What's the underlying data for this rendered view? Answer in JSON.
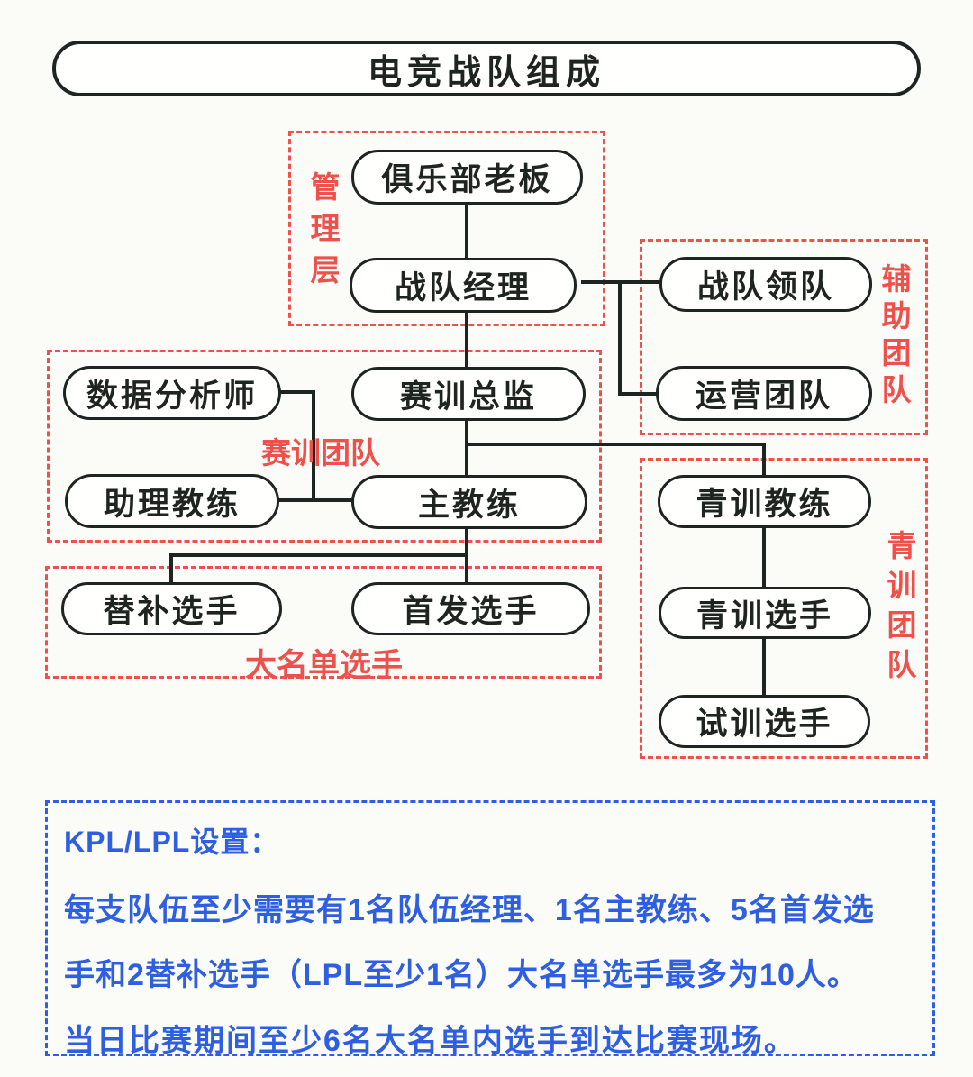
{
  "title": "电竞战队组成",
  "groups": {
    "management": {
      "label": "管理层"
    },
    "support": {
      "label": "辅助团队"
    },
    "training": {
      "label": "赛训团队"
    },
    "roster": {
      "label": "大名单选手"
    },
    "youth": {
      "label": "青训团队"
    }
  },
  "nodes": {
    "club_boss": "俱乐部老板",
    "team_manager": "战队经理",
    "team_leader": "战队领队",
    "operations_team": "运营团队",
    "data_analyst": "数据分析师",
    "training_director": "赛训总监",
    "assistant_coach": "助理教练",
    "head_coach": "主教练",
    "substitute_players": "替补选手",
    "starting_players": "首发选手",
    "youth_coach": "青训教练",
    "youth_players": "青训选手",
    "trial_players": "试训选手"
  },
  "notes": {
    "heading": "KPL/LPL设置：",
    "lines": [
      "每支队伍至少需要有1名队伍经理、1名主教练、5名首发选",
      "手和2替补选手（LPL至少1名）大名单选手最多为10人。",
      "当日比赛期间至少6名大名单内选手到达比赛现场。"
    ]
  },
  "colors": {
    "ink": "#1e2420",
    "group_red": "#ee514c",
    "note_blue": "#2e5fe2",
    "background": "#fbfbf7"
  }
}
